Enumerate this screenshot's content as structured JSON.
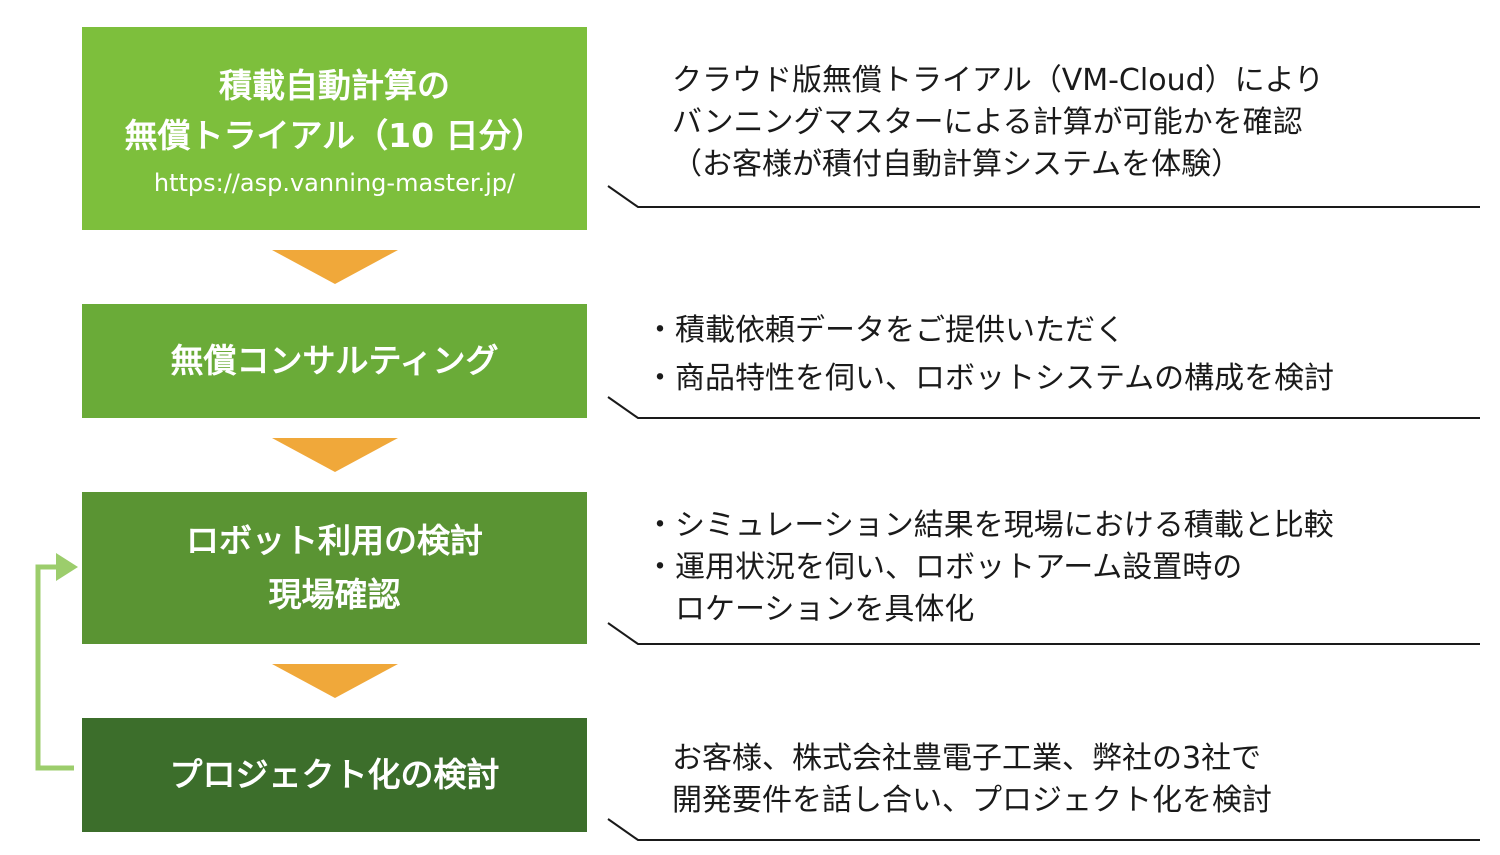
{
  "colors": {
    "step1": "#7dbf3c",
    "step2": "#6aab38",
    "step3": "#5a9433",
    "step4": "#3c6e2b",
    "arrow": "#f0a83a",
    "loop_arrow": "#9ccd6c",
    "underline": "#1a1a1a"
  },
  "steps": [
    {
      "title_line1": "積載自動計算の",
      "title_line2": "無償トライアル（10 日分）",
      "url": "https://asp.vanning-master.jp/"
    },
    {
      "title_line1": "無償コンサルティング"
    },
    {
      "title_line1": "ロボット利用の検討",
      "title_line2": "現場確認"
    },
    {
      "title_line1": "プロジェクト化の検討"
    }
  ],
  "descriptions": [
    {
      "lines": [
        "クラウド版無償トライアル（VM-Cloud）により",
        "バンニングマスターによる計算が可能かを確認",
        "（お客様が積付自動計算システムを体験）"
      ]
    },
    {
      "lines": [
        "・積載依頼データをご提供いただく",
        "・商品特性を伺い、ロボットシステムの構成を検討"
      ]
    },
    {
      "lines": [
        "・シミュレーション結果を現場における積載と比較",
        "・運用状況を伺い、ロボットアーム設置時の",
        "　ロケーションを具体化"
      ]
    },
    {
      "lines": [
        "お客様、株式会社豊電子工業、弊社の3社で",
        "開発要件を話し合い、プロジェクト化を検討"
      ]
    }
  ]
}
